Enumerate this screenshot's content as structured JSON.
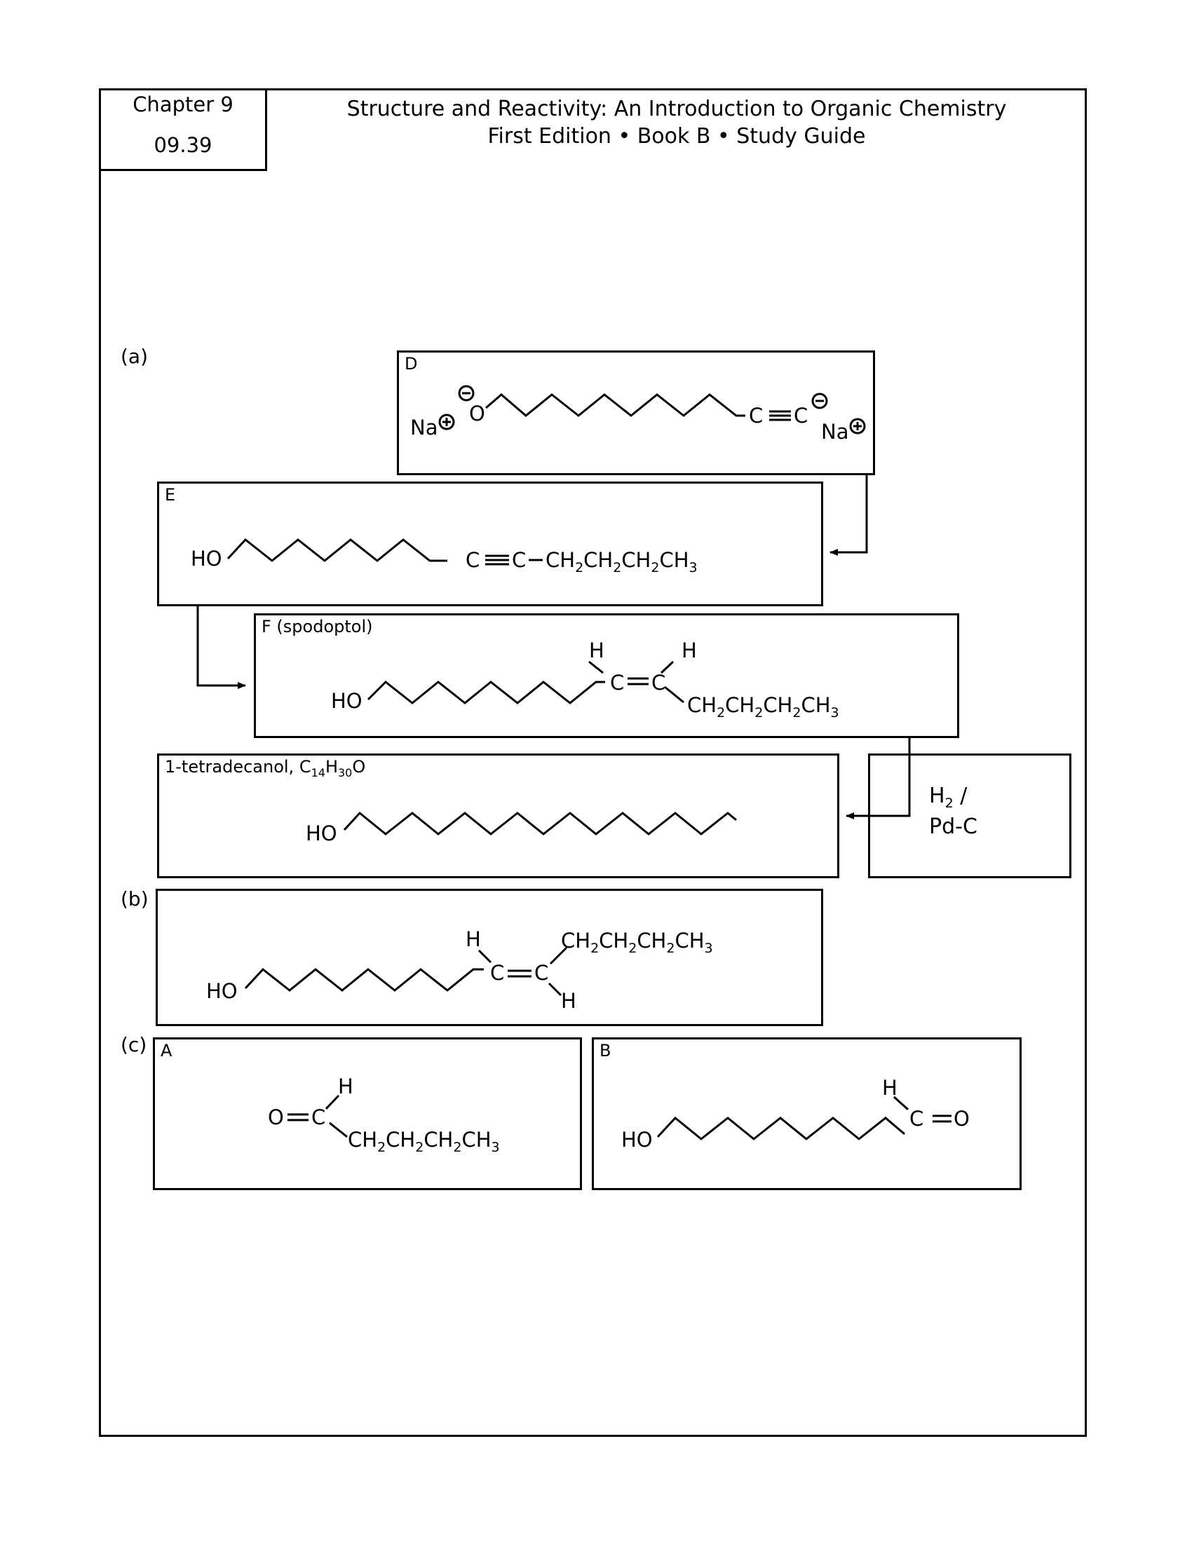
{
  "header": {
    "chapter": "Chapter 9",
    "page_number": "09.39",
    "title_line1": "Structure and Reactivity: An Introduction to Organic Chemistry",
    "title_line2": "First Edition • Book B • Study Guide"
  },
  "parts": {
    "a": "(a)",
    "b": "(b)",
    "c": "(c)"
  },
  "boxes": {
    "D": {
      "label": "D"
    },
    "E": {
      "label": "E"
    },
    "F": {
      "label": "F (spodoptol)"
    },
    "tetradecanol": {
      "label_main": "1-tetradecanol, C",
      "sub1": "14",
      "mid": "H",
      "sub2": "30",
      "end": "O"
    },
    "reagent": {
      "line1_main": "H",
      "line1_sub": "2",
      "line1_end": " /",
      "line2": "Pd-C"
    },
    "A": {
      "label": "A"
    },
    "B": {
      "label": "B"
    }
  },
  "atoms": {
    "na": "Na",
    "o": "O",
    "c": "C",
    "ho": "HO",
    "h": "H",
    "butyl": [
      "CH",
      "2",
      "CH",
      "2",
      "CH",
      "2",
      "CH",
      "3"
    ]
  }
}
